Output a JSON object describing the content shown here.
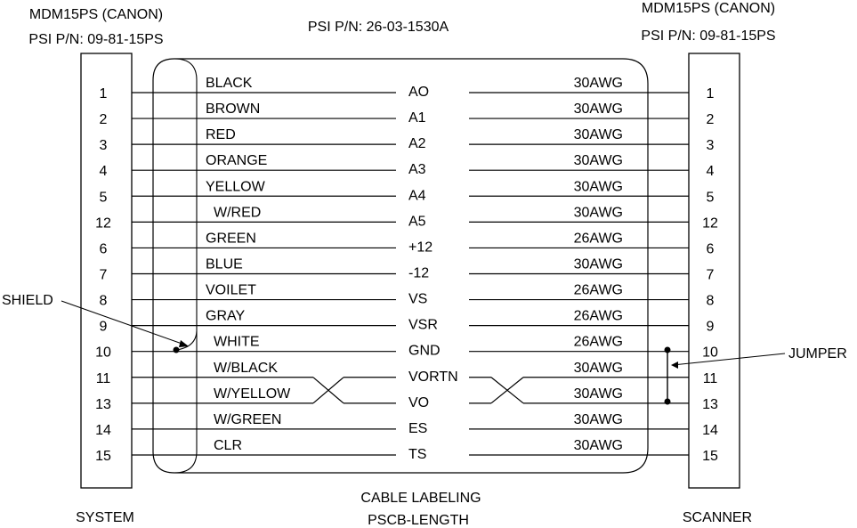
{
  "header": {
    "left_connector": "MDM15PS (CANON)",
    "left_part": "PSI P/N: 09-81-15PS",
    "cable_part": "PSI P/N: 26-03-1530A",
    "right_connector": "MDM15PS (CANON)",
    "right_part": "PSI P/N: 09-81-15PS"
  },
  "footer": {
    "left_label": "SYSTEM",
    "right_label": "SCANNER",
    "cable_label_1": "CABLE LABELING",
    "cable_label_2": "PSCB-LENGTH"
  },
  "callouts": {
    "shield": "SHIELD",
    "jumper": "JUMPER"
  },
  "wires": [
    {
      "left_pin": "1",
      "color": "BLACK",
      "signal": "AO",
      "gauge": "30AWG",
      "right_pin": "1"
    },
    {
      "left_pin": "2",
      "color": "BROWN",
      "signal": "A1",
      "gauge": "30AWG",
      "right_pin": "2"
    },
    {
      "left_pin": "3",
      "color": "RED",
      "signal": "A2",
      "gauge": "30AWG",
      "right_pin": "3"
    },
    {
      "left_pin": "4",
      "color": "ORANGE",
      "signal": "A3",
      "gauge": "30AWG",
      "right_pin": "4"
    },
    {
      "left_pin": "5",
      "color": "YELLOW",
      "signal": "A4",
      "gauge": "30AWG",
      "right_pin": "5"
    },
    {
      "left_pin": "12",
      "color": "W/RED",
      "signal": "A5",
      "gauge": "30AWG",
      "right_pin": "12"
    },
    {
      "left_pin": "6",
      "color": "GREEN",
      "signal": "+12",
      "gauge": "26AWG",
      "right_pin": "6"
    },
    {
      "left_pin": "7",
      "color": "BLUE",
      "signal": "-12",
      "gauge": "30AWG",
      "right_pin": "7"
    },
    {
      "left_pin": "8",
      "color": "VOILET",
      "signal": "VS",
      "gauge": "26AWG",
      "right_pin": "8"
    },
    {
      "left_pin": "9",
      "color": "GRAY",
      "signal": "VSR",
      "gauge": "26AWG",
      "right_pin": "9"
    },
    {
      "left_pin": "10",
      "color": "WHITE",
      "signal": "GND",
      "gauge": "26AWG",
      "right_pin": "10"
    },
    {
      "left_pin": "11",
      "color": "W/BLACK",
      "signal": "VORTN",
      "gauge": "30AWG",
      "right_pin": "11"
    },
    {
      "left_pin": "13",
      "color": "W/YELLOW",
      "signal": "VO",
      "gauge": "30AWG",
      "right_pin": "13"
    },
    {
      "left_pin": "14",
      "color": "W/GREEN",
      "signal": "ES",
      "gauge": "30AWG",
      "right_pin": "14"
    },
    {
      "left_pin": "15",
      "color": "CLR",
      "signal": "TS",
      "gauge": "30AWG",
      "right_pin": "15"
    }
  ]
}
